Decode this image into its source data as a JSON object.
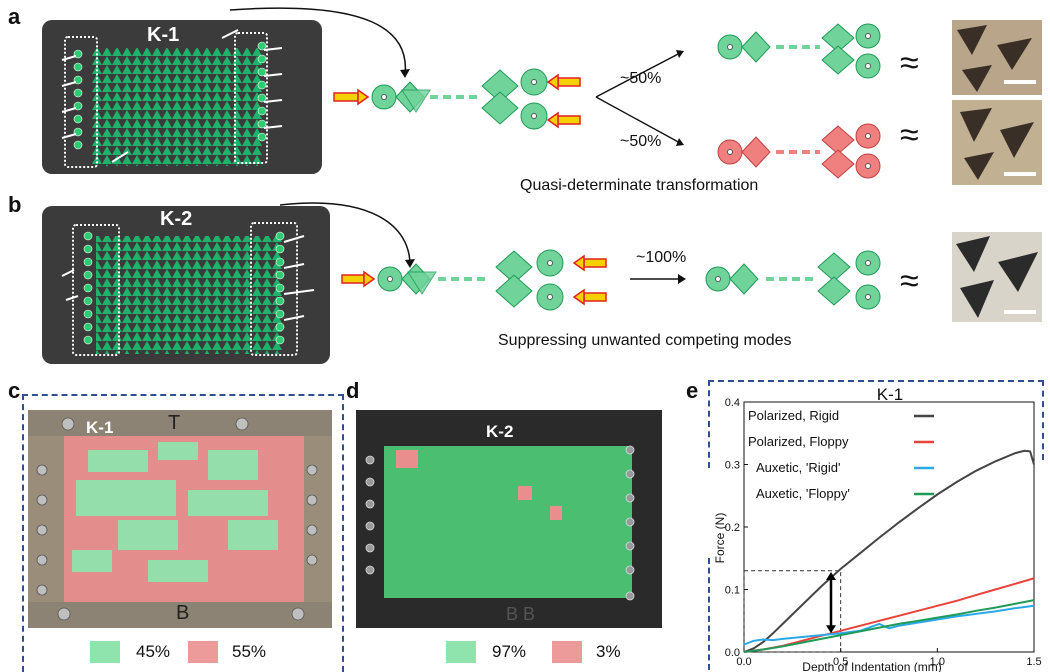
{
  "panels": {
    "a": {
      "letter": "a",
      "card_label": "K-1",
      "pct_top": "~50%",
      "pct_bottom": "~50%",
      "caption": "Quasi-determinate transformation"
    },
    "b": {
      "letter": "b",
      "card_label": "K-2",
      "pct": "~100%",
      "caption": "Suppressing unwanted competing modes"
    },
    "c": {
      "letter": "c",
      "photo_label": "K-1",
      "mark_top": "T",
      "mark_bottom": "B",
      "legend": [
        {
          "label": "45%",
          "color": "#8fe3ad"
        },
        {
          "label": "55%",
          "color": "#ec9a9a"
        }
      ]
    },
    "d": {
      "letter": "d",
      "photo_label": "K-2",
      "mark_bottom": "B B",
      "legend": [
        {
          "label": "97%",
          "color": "#8fe3ad"
        },
        {
          "label": "3%",
          "color": "#ec9a9a"
        }
      ]
    },
    "e": {
      "letter": "e",
      "chart_title": "K-1"
    }
  },
  "chart_data": {
    "type": "line",
    "title": "K-1",
    "xlabel": "Depth of Indentation (mm)",
    "ylabel": "Force (N)",
    "xlim": [
      0,
      1.5
    ],
    "ylim": [
      0,
      0.4
    ],
    "xticks": [
      "0.0",
      "0.5",
      "1.0",
      "1.5"
    ],
    "yticks": [
      "0.0",
      "0.1",
      "0.2",
      "0.3",
      "0.4"
    ],
    "legend_position": "top-left",
    "series": [
      {
        "name": "Polarized, Rigid",
        "color": "#454545",
        "x": [
          0,
          0.05,
          0.1,
          0.15,
          0.2,
          0.3,
          0.4,
          0.5,
          0.6,
          0.7,
          0.8,
          0.9,
          1.0,
          1.1,
          1.2,
          1.3,
          1.4,
          1.45,
          1.48,
          1.5
        ],
        "y": [
          0,
          0.006,
          0.016,
          0.03,
          0.045,
          0.075,
          0.105,
          0.133,
          0.158,
          0.183,
          0.207,
          0.23,
          0.252,
          0.272,
          0.29,
          0.305,
          0.318,
          0.322,
          0.321,
          0.3
        ]
      },
      {
        "name": "Polarized, Floppy",
        "color": "#e8423a",
        "x": [
          0,
          0.1,
          0.2,
          0.3,
          0.4,
          0.5,
          0.6,
          0.7,
          0.8,
          0.9,
          1.0,
          1.1,
          1.2,
          1.3,
          1.4,
          1.5
        ],
        "y": [
          0,
          0.004,
          0.01,
          0.018,
          0.026,
          0.034,
          0.042,
          0.05,
          0.058,
          0.066,
          0.074,
          0.082,
          0.091,
          0.1,
          0.109,
          0.118
        ]
      },
      {
        "name": "Auxetic, 'Rigid'",
        "color": "#2aa8e8",
        "x": [
          0,
          0.05,
          0.1,
          0.15,
          0.2,
          0.3,
          0.4,
          0.5,
          0.6,
          0.7,
          0.75,
          0.8,
          0.9,
          1.0,
          1.1,
          1.2,
          1.3,
          1.4,
          1.5
        ],
        "y": [
          0.012,
          0.018,
          0.02,
          0.019,
          0.021,
          0.024,
          0.027,
          0.03,
          0.034,
          0.045,
          0.038,
          0.042,
          0.047,
          0.052,
          0.057,
          0.061,
          0.065,
          0.07,
          0.074
        ]
      },
      {
        "name": "Auxetic, 'Floppy'",
        "color": "#1f9a58",
        "x": [
          0,
          0.1,
          0.2,
          0.3,
          0.4,
          0.5,
          0.6,
          0.7,
          0.8,
          0.9,
          1.0,
          1.1,
          1.2,
          1.3,
          1.4,
          1.5
        ],
        "y": [
          0,
          0.004,
          0.009,
          0.015,
          0.021,
          0.027,
          0.033,
          0.039,
          0.045,
          0.05,
          0.055,
          0.06,
          0.066,
          0.071,
          0.077,
          0.083
        ]
      }
    ],
    "annotation": {
      "type": "double-arrow",
      "x": 0.45,
      "y_from": 0.03,
      "y_to": 0.128
    },
    "inset_box": {
      "x": [
        0,
        0.5
      ],
      "y": [
        0,
        0.13
      ]
    }
  }
}
